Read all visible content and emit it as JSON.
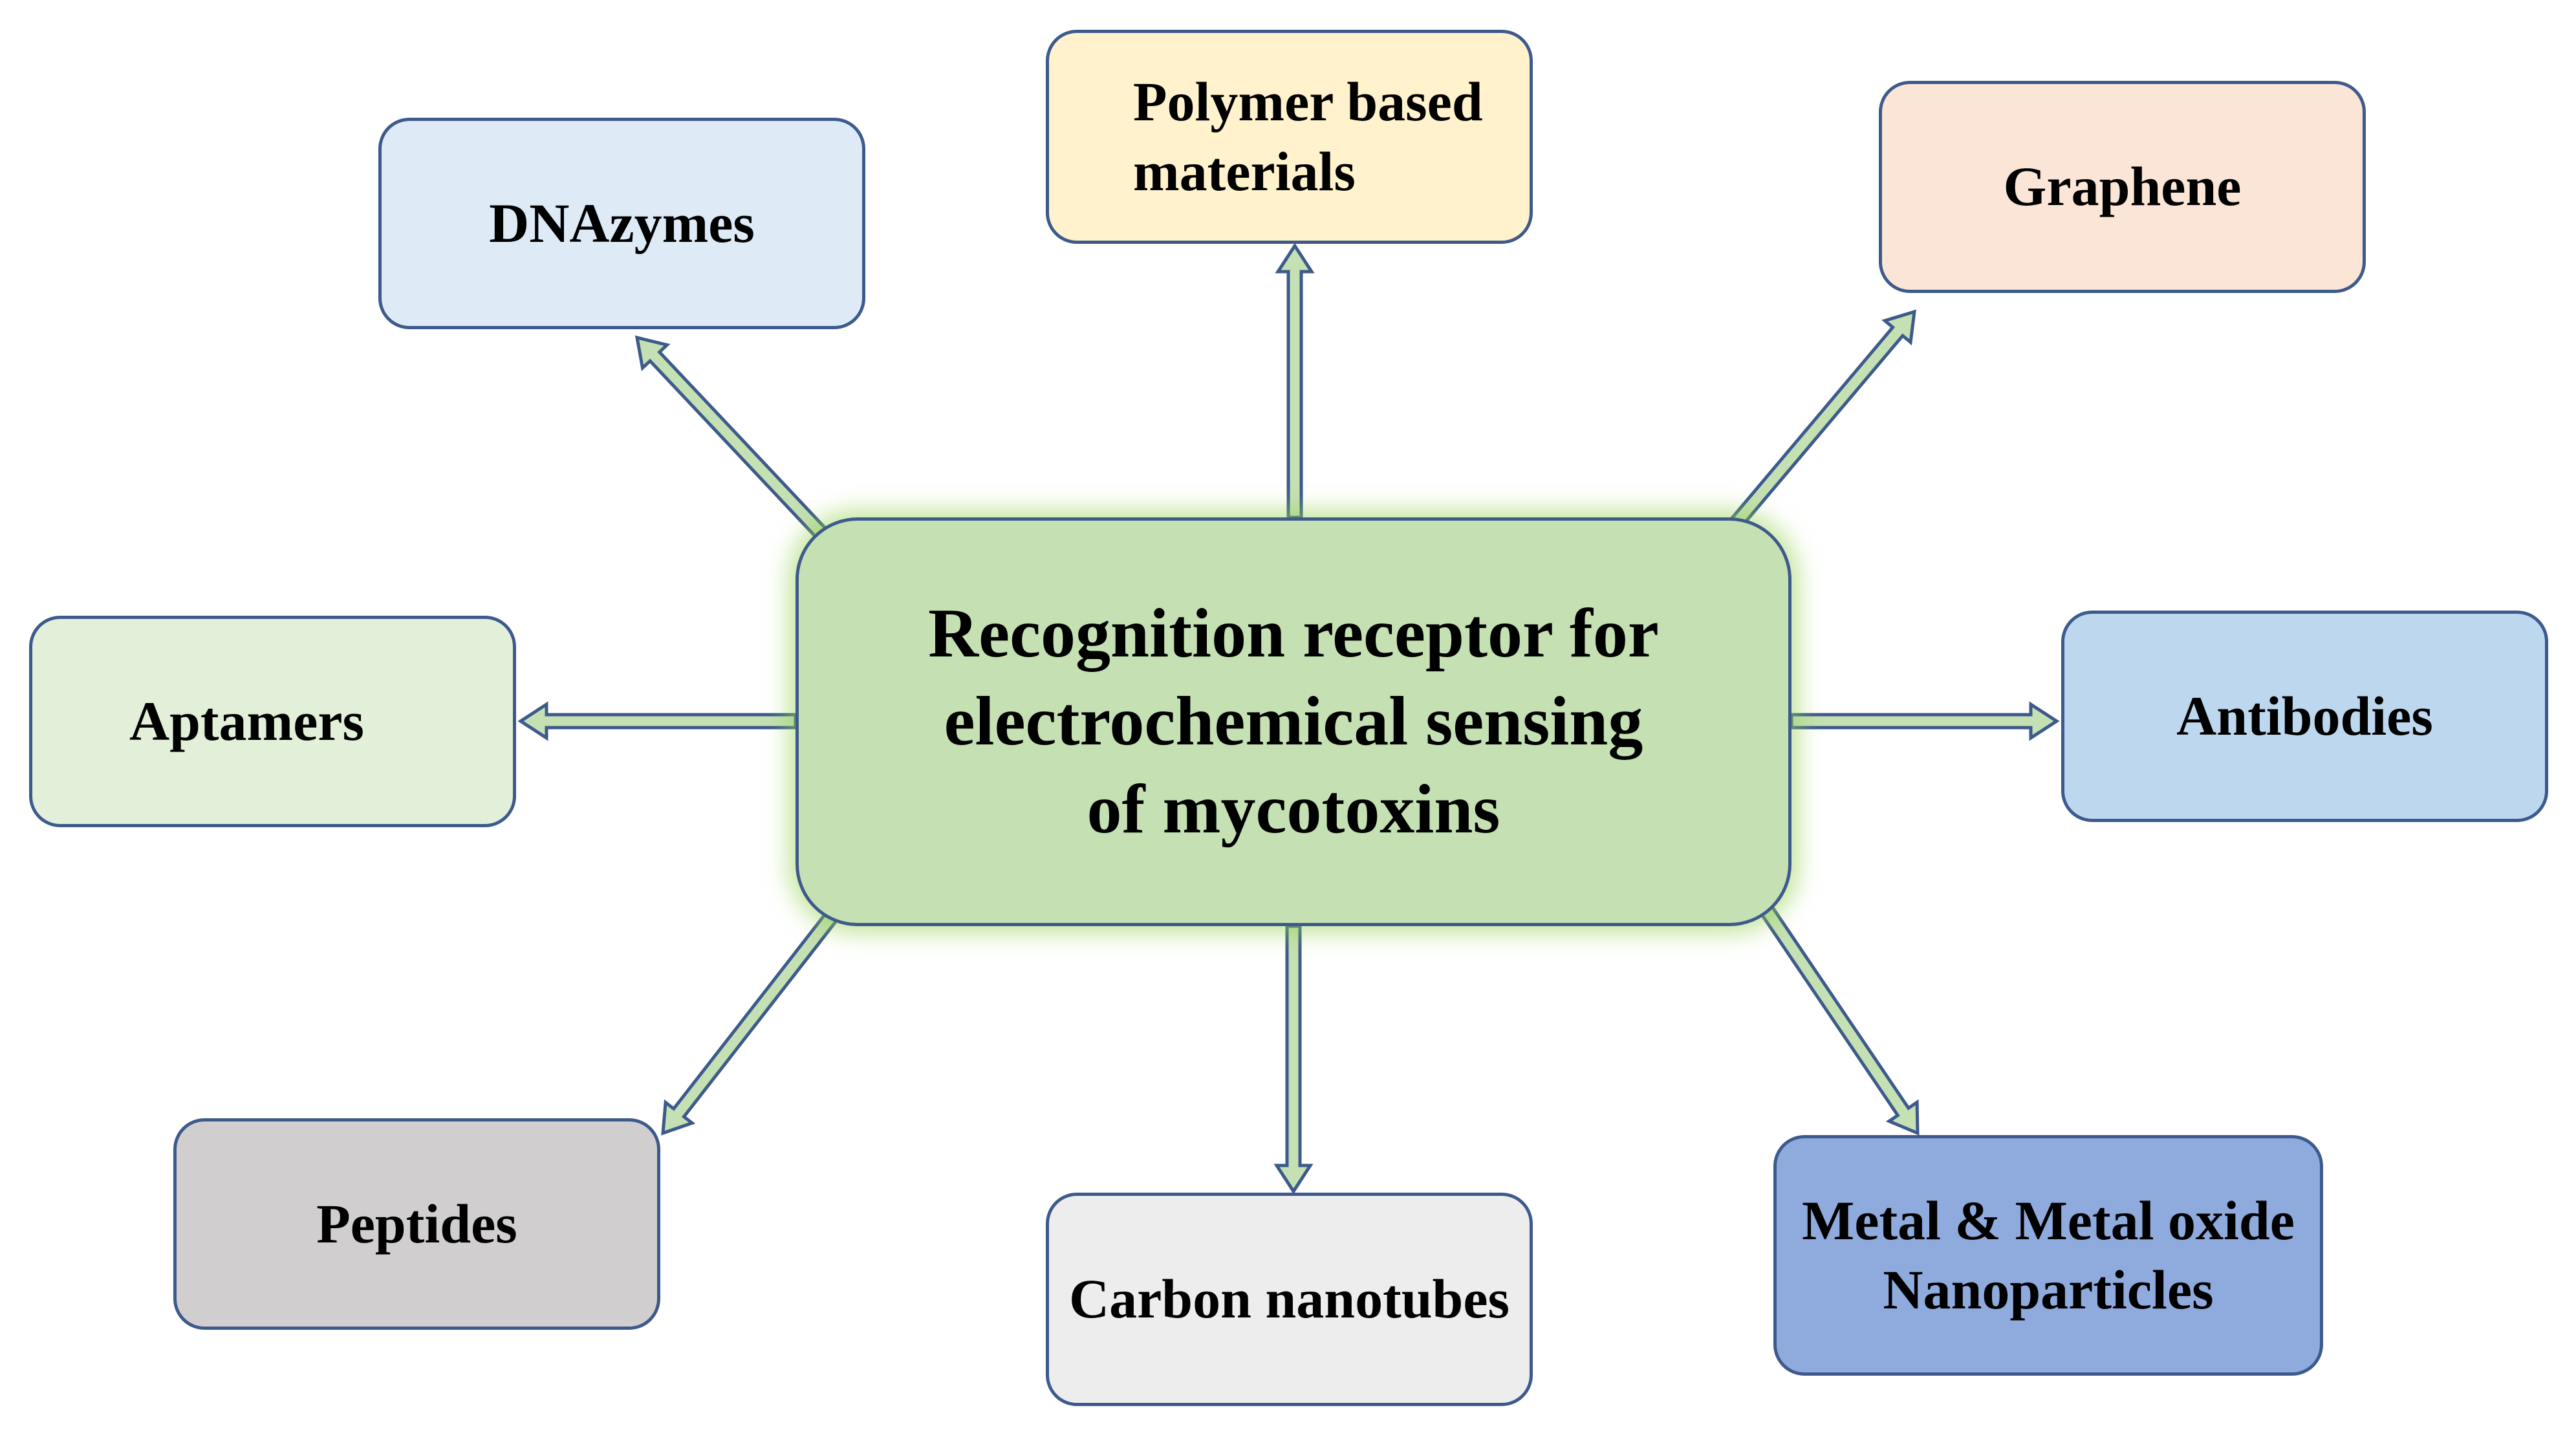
{
  "center": {
    "lines": [
      "Recognition receptor for",
      "electrochemical sensing",
      "of mycotoxins"
    ],
    "color": "#c5e0b3"
  },
  "nodes": {
    "dnazymes": {
      "lines": [
        "DNAzymes"
      ],
      "color": "#deebf7"
    },
    "polymer": {
      "lines": [
        "Polymer based",
        "materials"
      ],
      "color": "#fff2cc"
    },
    "graphene": {
      "lines": [
        "Graphene"
      ],
      "color": "#fbe5d6"
    },
    "aptamers": {
      "lines": [
        "Aptamers"
      ],
      "color": "#e2f0d9"
    },
    "antibodies": {
      "lines": [
        "Antibodies"
      ],
      "color": "#bdd7ee"
    },
    "peptides": {
      "lines": [
        "Peptides"
      ],
      "color": "#d0cece"
    },
    "carbon": {
      "lines": [
        "Carbon nanotubes"
      ],
      "color": "#ededed"
    },
    "metal": {
      "lines": [
        "Metal & Metal oxide",
        "Nanoparticles"
      ],
      "color": "#8faadc"
    }
  },
  "style": {
    "border_color": "#3d5a8c",
    "arrow_fill": "#c5e0b3",
    "arrow_stroke": "#3d5a8c"
  }
}
